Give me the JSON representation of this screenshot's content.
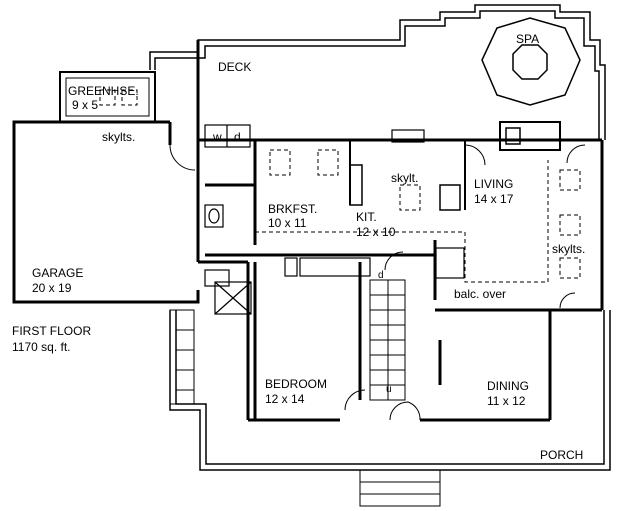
{
  "colors": {
    "wall": "#000000",
    "paper": "#ffffff",
    "dash": "#000000"
  },
  "plan": {
    "title": "FIRST FLOOR",
    "area": "1170 sq. ft.",
    "rooms": {
      "spa": {
        "name": "SPA"
      },
      "deck": {
        "name": "DECK"
      },
      "greenhouse": {
        "name": "GREENHSE.",
        "size": "9 x 5"
      },
      "greenhouse_skylights": "skylts.",
      "washer": "w",
      "dryer": "d",
      "breakfast": {
        "name": "BRKFST.",
        "size": "10 x 11"
      },
      "kitchen": {
        "name": "KIT.",
        "size": "12 x 10"
      },
      "kitchen_skylight": "skylt.",
      "living": {
        "name": "LIVING",
        "size": "14 x 17"
      },
      "living_skylights": "skylts.",
      "balcony": "balc. over",
      "garage": {
        "name": "GARAGE",
        "size": "20 x 19"
      },
      "bedroom": {
        "name": "BEDROOM",
        "size": "12 x 14"
      },
      "dining": {
        "name": "DINING",
        "size": "11 x 12"
      },
      "porch": {
        "name": "PORCH"
      },
      "stair_down": "d",
      "stair_up": "u"
    }
  }
}
